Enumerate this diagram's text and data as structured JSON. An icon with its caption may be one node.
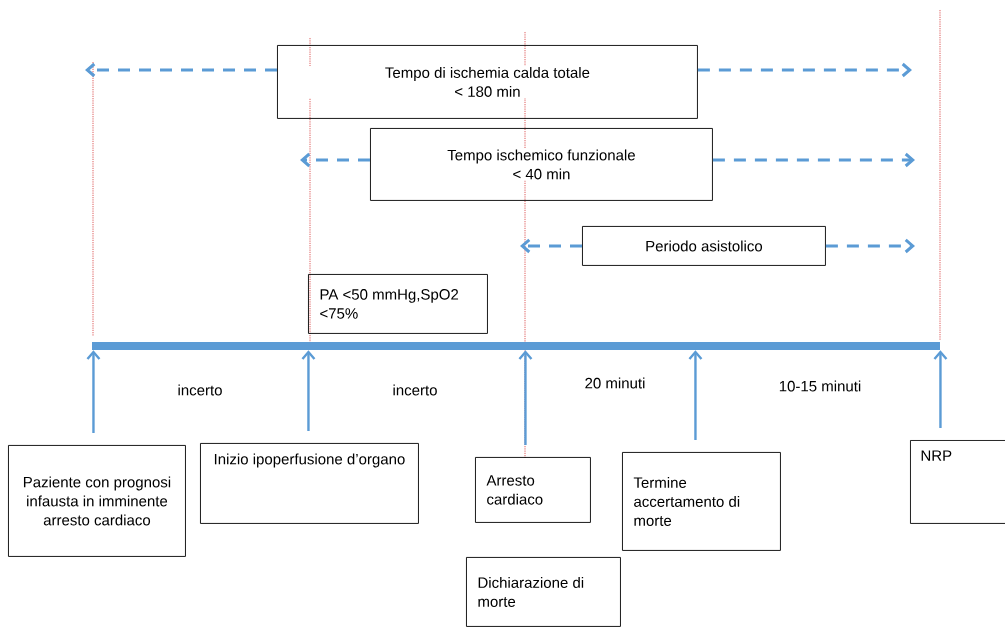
{
  "diagram": {
    "nodes": [
      {
        "text": [
          "Tempo di ischemia calda totale",
          "< 180 min"
        ]
      },
      {
        "text": [
          "Tempo ischemico funzionale",
          "< 40 min"
        ]
      },
      {
        "text": [
          "Periodo asistolico"
        ]
      },
      {
        "text": [
          "PA <50 mmHg,SpO2 <75%"
        ]
      },
      {
        "text": [],
        "shape": "bar"
      },
      {
        "text": [
          "Paziente con prognosi infausta in imminente arresto cardiaco"
        ]
      },
      {
        "text": [
          "Inizio ipoperfusione d’organo"
        ]
      },
      {
        "text": [
          "Arresto cardiaco"
        ]
      },
      {
        "text": [
          "Termine accertamento di morte"
        ]
      },
      {
        "text": [
          "NRP"
        ]
      },
      {
        "text": [
          "Dichiarazione di morte"
        ]
      }
    ],
    "edges": [
      {
        "from": 0,
        "to": null,
        "arrow": "to",
        "style": "dashed"
      },
      {
        "from": 0,
        "to": null,
        "arrow": "to",
        "style": "dashed"
      },
      {
        "from": 1,
        "to": null,
        "arrow": "to",
        "style": "dashed"
      },
      {
        "from": 1,
        "to": null,
        "arrow": "to",
        "style": "dashed"
      },
      {
        "from": 2,
        "to": null,
        "arrow": "to",
        "style": "dashed"
      },
      {
        "from": 2,
        "to": null,
        "arrow": "to",
        "style": "dashed"
      },
      {
        "from": 5,
        "to": 4,
        "arrow": "to"
      },
      {
        "from": 6,
        "to": 4,
        "arrow": "to"
      },
      {
        "from": 7,
        "to": 4,
        "arrow": "to"
      },
      {
        "from": 8,
        "to": 4,
        "arrow": "to"
      },
      {
        "from": 9,
        "to": 4,
        "arrow": "to"
      }
    ],
    "labels": [
      "incerto",
      "incerto",
      "20 minuti",
      "10-15 minuti"
    ]
  }
}
